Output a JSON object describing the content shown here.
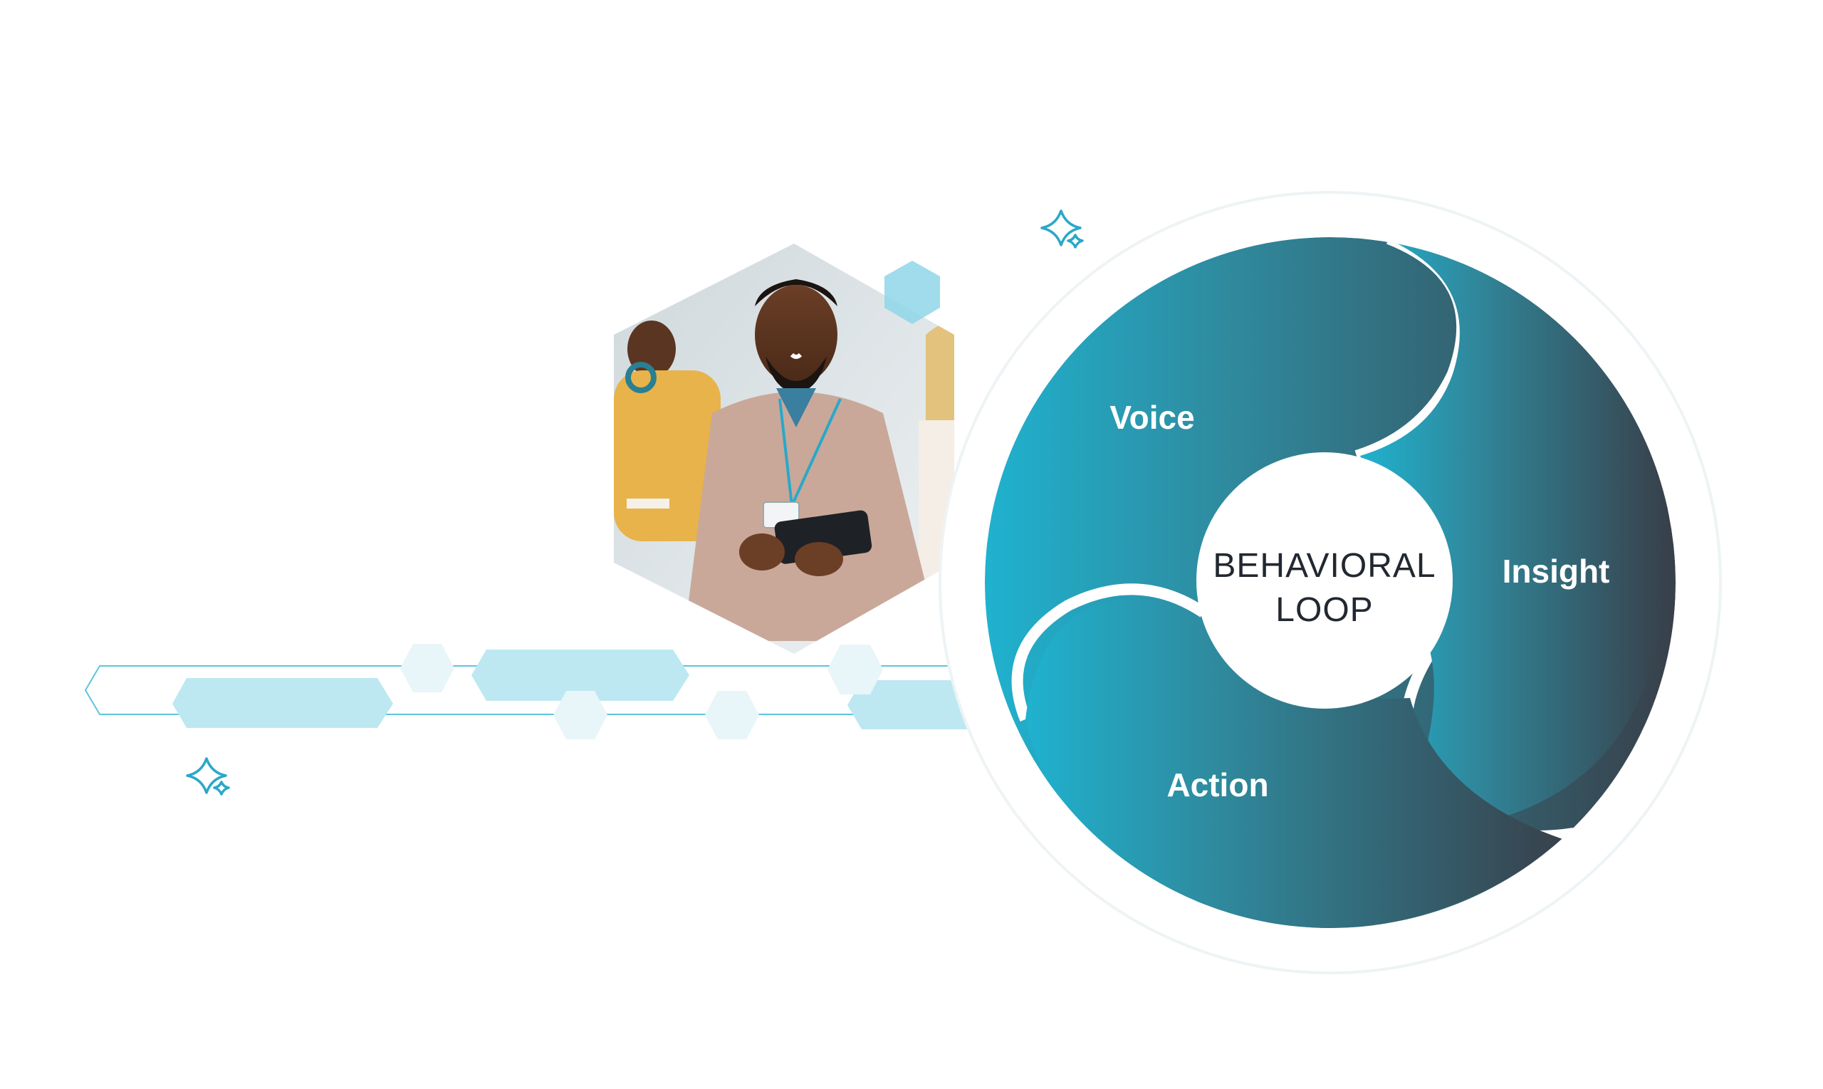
{
  "loop": {
    "center_line1": "BEHAVIORAL",
    "center_line2": "LOOP",
    "segments": [
      {
        "label": "Voice"
      },
      {
        "label": "Insight"
      },
      {
        "label": "Action"
      }
    ]
  },
  "photo": {
    "alt": "people-photo"
  },
  "colors": {
    "gradient_start": "#1fb2cf",
    "gradient_end": "#38404a",
    "accent_light": "#bde8f2",
    "accent_line": "#5fc4dc",
    "accent_hex": "#8fd6e8",
    "hex_faint": "#e8f5f9",
    "sparkle": "#2aa8c8"
  },
  "icons": [
    "sparkle-icon",
    "sparkle-icon"
  ]
}
